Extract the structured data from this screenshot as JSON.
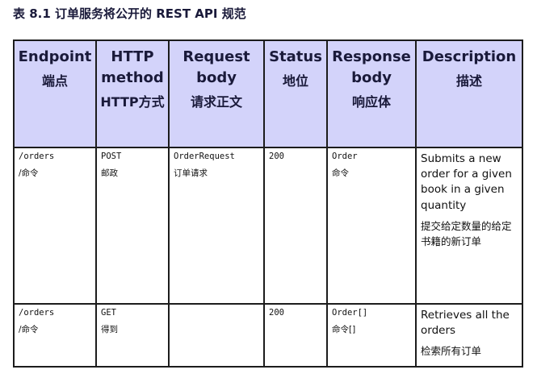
{
  "caption": "表 8.1 订单服务将公开的 REST API 规范",
  "headers": [
    {
      "en": "Endpoint",
      "zh": "端点"
    },
    {
      "en1": "HTTP",
      "en2": "method",
      "zh": "HTTP方式"
    },
    {
      "en1": "Request",
      "en2": "body",
      "zh": "请求正文"
    },
    {
      "en": "Status",
      "zh": "地位"
    },
    {
      "en1": "Response",
      "en2": "body",
      "zh": "响应体"
    },
    {
      "en": "Description",
      "zh": "描述"
    }
  ],
  "rows": [
    {
      "endpoint": "/orders",
      "endpoint_zh": "/命令",
      "method": "POST",
      "method_zh": "邮政",
      "request_body": "OrderRequest",
      "request_body_zh": "订单请求",
      "status": "200",
      "response_body": "Order",
      "response_body_zh": "命令",
      "description": "Submits a new order for a given book in a given quantity",
      "description_zh": "提交给定数量的给定书籍的新订单"
    },
    {
      "endpoint": "/orders",
      "endpoint_zh": "/命令",
      "method": "GET",
      "method_zh": "得到",
      "request_body": "",
      "request_body_zh": "",
      "status": "200",
      "response_body": "Order[]",
      "response_body_zh": "命令[]",
      "description": "Retrieves all the orders",
      "description_zh": "检索所有订单"
    }
  ]
}
